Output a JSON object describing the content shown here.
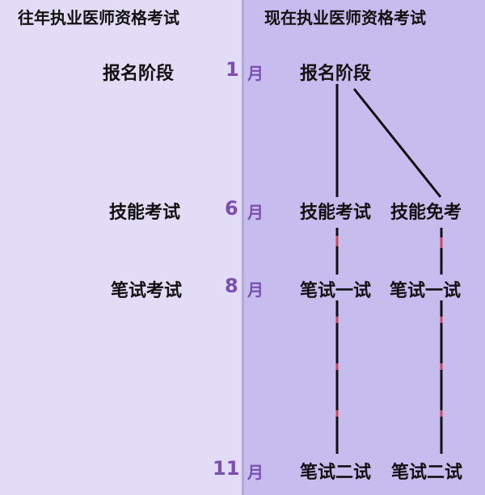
{
  "header": {
    "left": "往年执业医师资格考试",
    "right": "现在执业医师资格考试"
  },
  "past": {
    "registration": "报名阶段",
    "skills": "技能考试",
    "written": "笔试考试"
  },
  "months": [
    {
      "num": "1",
      "unit": "月"
    },
    {
      "num": "6",
      "unit": "月"
    },
    {
      "num": "8",
      "unit": "月"
    },
    {
      "num": "11",
      "unit": "月"
    }
  ],
  "current": {
    "registration": "报名阶段",
    "skills": "技能考试",
    "skills_exempt": "技能免考",
    "written_first_a": "笔试一试",
    "written_first_b": "笔试一试",
    "written_second_a": "笔试二试",
    "written_second_b": "笔试二试"
  },
  "colors": {
    "line": "#111111",
    "dash_accent": "#d2455a",
    "month": "#7a4fb0"
  }
}
